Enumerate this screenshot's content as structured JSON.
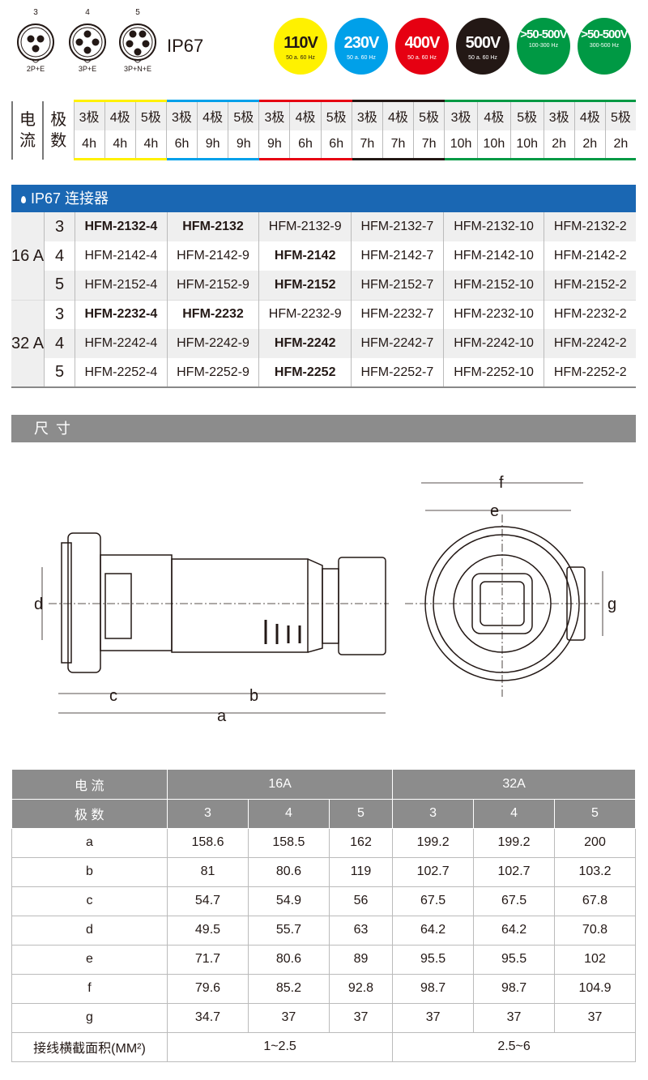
{
  "sockets": [
    {
      "pins": "3",
      "label": "2P+E"
    },
    {
      "pins": "4",
      "label": "3P+E"
    },
    {
      "pins": "5",
      "label": "3P+N+E"
    }
  ],
  "ip_rating": "IP67",
  "voltages": [
    {
      "voltage": "110V",
      "freq": "50 a. 60 Hz",
      "color": "#fff100",
      "text": "#231815"
    },
    {
      "voltage": "230V",
      "freq": "50 a. 60 Hz",
      "color": "#00a0e9",
      "text": "#ffffff"
    },
    {
      "voltage": "400V",
      "freq": "50 a. 60 Hz",
      "color": "#e60012",
      "text": "#ffffff"
    },
    {
      "voltage": "500V",
      "freq": "50 a. 60 Hz",
      "color": "#231815",
      "text": "#ffffff"
    },
    {
      "voltage": ">50-500V",
      "freq": "100-300 Hz",
      "color": "#009944",
      "text": "#ffffff"
    },
    {
      "voltage": ">50-500V",
      "freq": "300-500 Hz",
      "color": "#009944",
      "text": "#ffffff"
    }
  ],
  "clock_table": {
    "current_label": "电流",
    "poles_label": "极数",
    "poles": [
      "3极",
      "4极",
      "5极",
      "3极",
      "4极",
      "5极",
      "3极",
      "4极",
      "5极",
      "3极",
      "4极",
      "5极",
      "3极",
      "4极",
      "5极",
      "3极",
      "4极",
      "5极"
    ],
    "hours": [
      "4h",
      "4h",
      "4h",
      "6h",
      "9h",
      "9h",
      "9h",
      "6h",
      "6h",
      "7h",
      "7h",
      "7h",
      "10h",
      "10h",
      "10h",
      "2h",
      "2h",
      "2h"
    ],
    "group_colors": [
      "#fff100",
      "#00a0e9",
      "#e60012",
      "#231815",
      "#009944",
      "#009944"
    ]
  },
  "product_section": {
    "title": "IP67 连接器",
    "color": "#1a67b3",
    "groups": [
      {
        "current": "16 A",
        "rows": [
          {
            "pole": "3",
            "models": [
              "HFM-2132-4",
              "HFM-2132",
              "HFM-2132-9",
              "HFM-2132-7",
              "HFM-2132-10",
              "HFM-2132-2"
            ],
            "bold": [
              0,
              1
            ]
          },
          {
            "pole": "4",
            "models": [
              "HFM-2142-4",
              "HFM-2142-9",
              "HFM-2142",
              "HFM-2142-7",
              "HFM-2142-10",
              "HFM-2142-2"
            ],
            "bold": [
              2
            ]
          },
          {
            "pole": "5",
            "models": [
              "HFM-2152-4",
              "HFM-2152-9",
              "HFM-2152",
              "HFM-2152-7",
              "HFM-2152-10",
              "HFM-2152-2"
            ],
            "bold": [
              2
            ]
          }
        ]
      },
      {
        "current": "32 A",
        "rows": [
          {
            "pole": "3",
            "models": [
              "HFM-2232-4",
              "HFM-2232",
              "HFM-2232-9",
              "HFM-2232-7",
              "HFM-2232-10",
              "HFM-2232-2"
            ],
            "bold": [
              0,
              1
            ]
          },
          {
            "pole": "4",
            "models": [
              "HFM-2242-4",
              "HFM-2242-9",
              "HFM-2242",
              "HFM-2242-7",
              "HFM-2242-10",
              "HFM-2242-2"
            ],
            "bold": [
              2
            ]
          },
          {
            "pole": "5",
            "models": [
              "HFM-2252-4",
              "HFM-2252-9",
              "HFM-2252",
              "HFM-2252-7",
              "HFM-2252-10",
              "HFM-2252-2"
            ],
            "bold": [
              2
            ]
          }
        ]
      }
    ]
  },
  "dimension_section": {
    "title": "尺 寸",
    "labels": {
      "a": "a",
      "b": "b",
      "c": "c",
      "d": "d",
      "e": "e",
      "f": "f",
      "g": "g"
    }
  },
  "dim_table": {
    "current_label": "电 流",
    "poles_label": "极 数",
    "currents": [
      "16A",
      "32A"
    ],
    "poles": [
      "3",
      "4",
      "5",
      "3",
      "4",
      "5"
    ],
    "rows": [
      {
        "label": "a",
        "values": [
          "158.6",
          "158.5",
          "162",
          "199.2",
          "199.2",
          "200"
        ]
      },
      {
        "label": "b",
        "values": [
          "81",
          "80.6",
          "119",
          "102.7",
          "102.7",
          "103.2"
        ]
      },
      {
        "label": "c",
        "values": [
          "54.7",
          "54.9",
          "56",
          "67.5",
          "67.5",
          "67.8"
        ]
      },
      {
        "label": "d",
        "values": [
          "49.5",
          "55.7",
          "63",
          "64.2",
          "64.2",
          "70.8"
        ]
      },
      {
        "label": "e",
        "values": [
          "71.7",
          "80.6",
          "89",
          "95.5",
          "95.5",
          "102"
        ]
      },
      {
        "label": "f",
        "values": [
          "79.6",
          "85.2",
          "92.8",
          "98.7",
          "98.7",
          "104.9"
        ]
      },
      {
        "label": "g",
        "values": [
          "34.7",
          "37",
          "37",
          "37",
          "37",
          "37"
        ]
      }
    ],
    "wire_label": "接线横截面积(MM²)",
    "wire_values": [
      "1~2.5",
      "2.5~6"
    ]
  }
}
